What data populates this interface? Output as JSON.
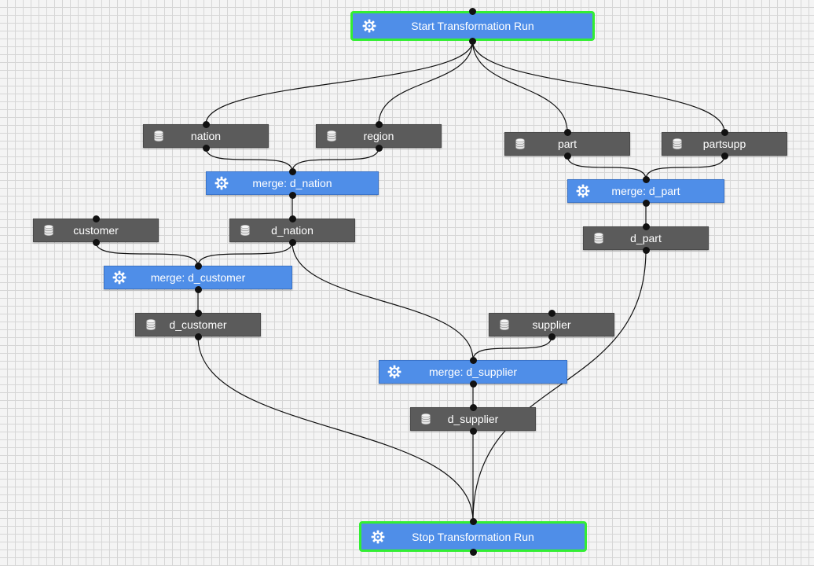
{
  "nodes": {
    "start": {
      "label": "Start Transformation Run",
      "icon": "gear-icon"
    },
    "nation": {
      "label": "nation",
      "icon": "database-icon"
    },
    "region": {
      "label": "region",
      "icon": "database-icon"
    },
    "part": {
      "label": "part",
      "icon": "database-icon"
    },
    "partsupp": {
      "label": "partsupp",
      "icon": "database-icon"
    },
    "merge_d_nation": {
      "label": "merge: d_nation",
      "icon": "gear-icon"
    },
    "merge_d_part": {
      "label": "merge: d_part",
      "icon": "gear-icon"
    },
    "customer": {
      "label": "customer",
      "icon": "database-icon"
    },
    "d_nation": {
      "label": "d_nation",
      "icon": "database-icon"
    },
    "d_part": {
      "label": "d_part",
      "icon": "database-icon"
    },
    "merge_d_customer": {
      "label": "merge: d_customer",
      "icon": "gear-icon"
    },
    "d_customer": {
      "label": "d_customer",
      "icon": "database-icon"
    },
    "supplier": {
      "label": "supplier",
      "icon": "database-icon"
    },
    "merge_d_supplier": {
      "label": "merge: d_supplier",
      "icon": "gear-icon"
    },
    "d_supplier": {
      "label": "d_supplier",
      "icon": "database-icon"
    },
    "stop": {
      "label": "Stop Transformation Run",
      "icon": "gear-icon"
    }
  },
  "edges": [
    [
      "start",
      "nation"
    ],
    [
      "start",
      "region"
    ],
    [
      "start",
      "part"
    ],
    [
      "start",
      "partsupp"
    ],
    [
      "nation",
      "merge_d_nation"
    ],
    [
      "region",
      "merge_d_nation"
    ],
    [
      "merge_d_nation",
      "d_nation"
    ],
    [
      "customer",
      "merge_d_customer"
    ],
    [
      "d_nation",
      "merge_d_customer"
    ],
    [
      "merge_d_customer",
      "d_customer"
    ],
    [
      "part",
      "merge_d_part"
    ],
    [
      "partsupp",
      "merge_d_part"
    ],
    [
      "merge_d_part",
      "d_part"
    ],
    [
      "d_nation",
      "merge_d_supplier"
    ],
    [
      "supplier",
      "merge_d_supplier"
    ],
    [
      "merge_d_supplier",
      "d_supplier"
    ],
    [
      "d_customer",
      "stop"
    ],
    [
      "d_supplier",
      "stop"
    ],
    [
      "d_part",
      "stop"
    ]
  ],
  "colors": {
    "data_node": "#5b5b5b",
    "transform_node": "#4f8ee8",
    "control_highlight": "#33ee33",
    "edge": "#111111",
    "grid": "#d6d6d6",
    "background": "#f4f4f4"
  }
}
